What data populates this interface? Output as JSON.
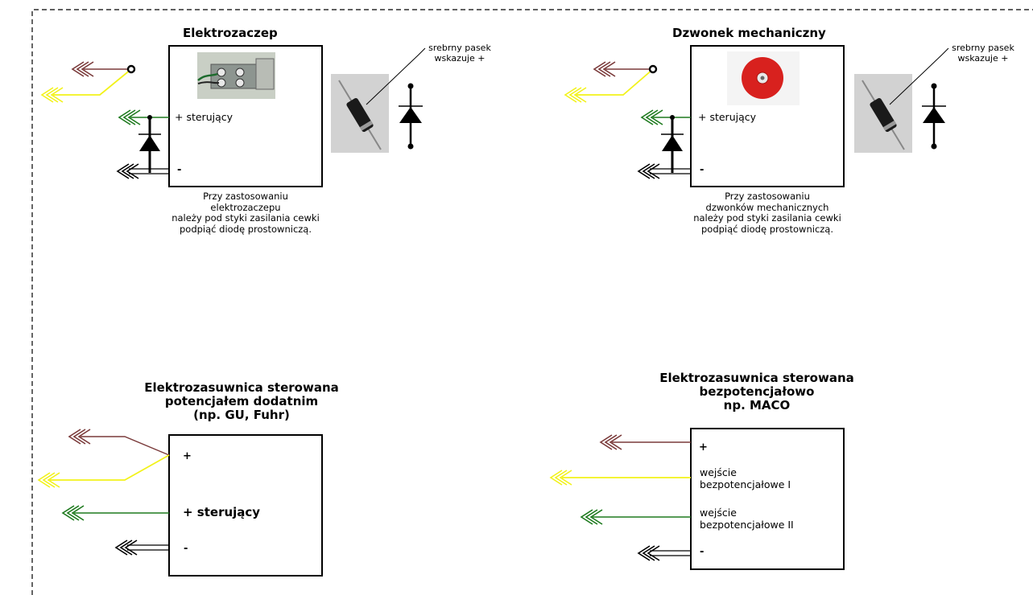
{
  "diagrams": {
    "strike": {
      "title": "Elektrozaczep",
      "pin_control": "+ sterujący",
      "pin_minus": "-",
      "note": [
        "Przy zastosowaniu",
        "elektrozaczepu",
        "należy pod styki zasilania cewki",
        "podpiąć diodę prostowniczą."
      ],
      "diode_hint": [
        "srebrny pasek",
        "wskazuje +"
      ],
      "photo": "strike-photo",
      "photo_diode": "diode-photo"
    },
    "bell": {
      "title": "Dzwonek mechaniczny",
      "pin_control": "+ sterujący",
      "pin_minus": "-",
      "note": [
        "Przy zastosowaniu",
        "dzwonków mechanicznych",
        "należy pod styki zasilania cewki",
        "podpiąć diodę prostowniczą."
      ],
      "diode_hint": [
        "srebrny pasek",
        "wskazuje +"
      ],
      "photo": "bell-photo",
      "photo_diode": "diode-photo"
    },
    "lock_positive": {
      "title": [
        "Elektrozasuwnica sterowana",
        "potencjałem dodatnim",
        "(np. GU, Fuhr)"
      ],
      "pin_plus": "+",
      "pin_control": "+ sterujący",
      "pin_minus": "-"
    },
    "lock_potential_free": {
      "title": [
        "Elektrozasuwnica sterowana",
        "bezpotencjałowo",
        "np. MACO"
      ],
      "pin_plus": "+",
      "pin_input1": [
        "wejście",
        "bezpotencjałowe I"
      ],
      "pin_input2": [
        "wejście",
        "bezpotencjałowe II"
      ],
      "pin_minus": "-"
    }
  },
  "colors": {
    "wire_brown": "#7a3a3a",
    "wire_yellow": "#f2f21a",
    "wire_green": "#1e7a1e",
    "wire_black": "#000000",
    "frame_dash": "#000000",
    "diode_body": "#1a1a1a",
    "diode_photo_bg": "#d2d2d2",
    "bell_red": "#d8211e",
    "strike_photo_bg": "#c9cfc5"
  }
}
